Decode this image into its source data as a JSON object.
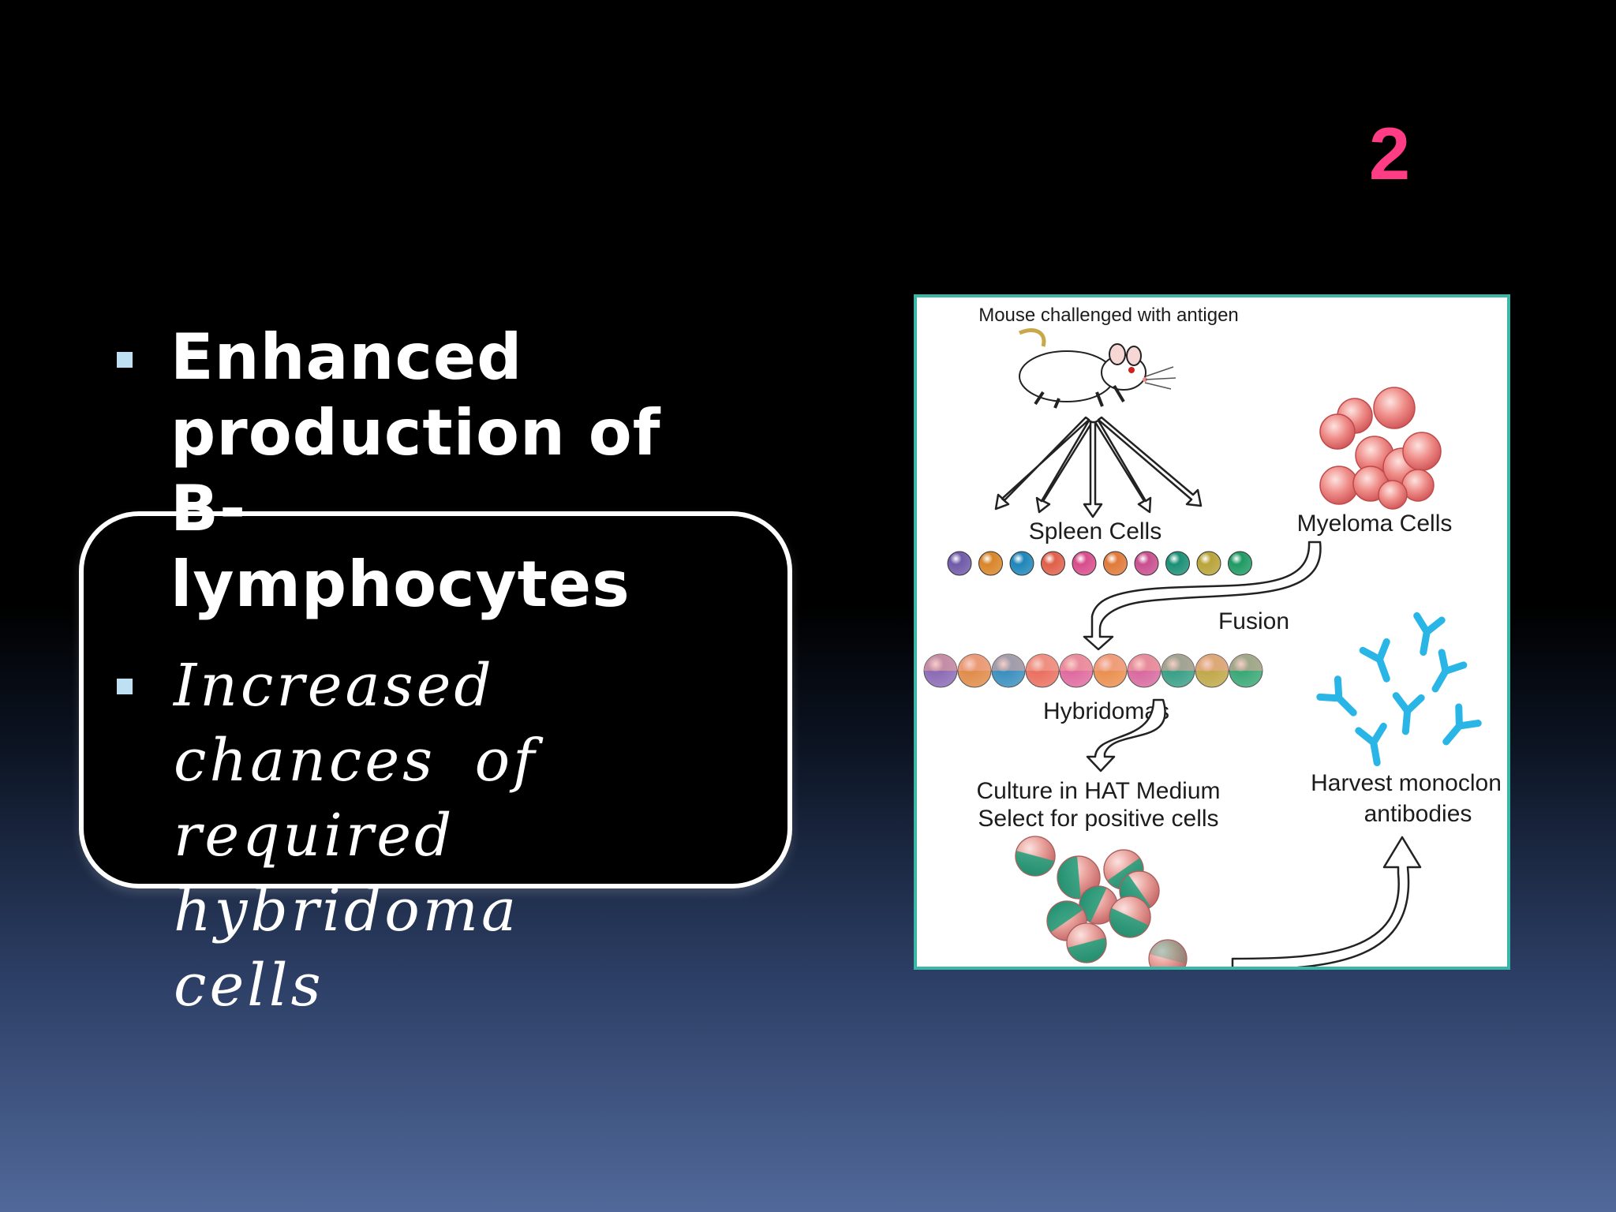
{
  "slide_number": "2",
  "bullets": [
    {
      "text": "Enhanced production of B-lymphocytes",
      "lines": [
        "Enhanced",
        "production of B-",
        "lymphocytes"
      ]
    },
    {
      "text": "Increased chances of required hybridoma cells",
      "lines": [
        "Increased chances of",
        "required hybridoma",
        "cells"
      ]
    }
  ],
  "figure": {
    "labels": {
      "mouse": "Mouse challenged with antigen",
      "spleen": "Spleen Cells",
      "myeloma": "Myeloma Cells",
      "fusion": "Fusion",
      "hybridomas": "Hybridomas",
      "culture_line1": "Culture in HAT Medium",
      "culture_line2": "Select for positive cells",
      "harvest_line1": "Harvest monoclon",
      "harvest_line2": "antibodies"
    },
    "spleen_cell_colors": [
      "#6f5aa8",
      "#d9862a",
      "#1f86b8",
      "#e0604a",
      "#d84d8c",
      "#e07a3a",
      "#c94f8f",
      "#1c8f76",
      "#b8a43a",
      "#1f9a64"
    ],
    "hybridoma_colors": [
      "#8b6bb5",
      "#e08c4a",
      "#3a8fbf",
      "#ea7060",
      "#e06aa0",
      "#ea9050",
      "#d86aa0",
      "#3a9f86",
      "#c0a84a",
      "#3aa876"
    ],
    "colors": {
      "slide_number": "#ff3c84",
      "figure_border": "#3bb7a7",
      "antibody": "#29b6e6",
      "bullet": "#bfe0f2"
    }
  }
}
